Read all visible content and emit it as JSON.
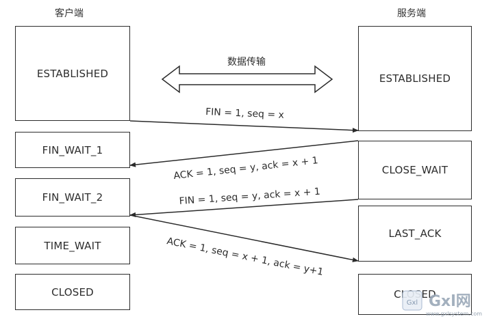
{
  "client": {
    "title": "客户端",
    "states": [
      "ESTABLISHED",
      "FIN_WAIT_1",
      "FIN_WAIT_2",
      "TIME_WAIT",
      "CLOSED"
    ]
  },
  "server": {
    "title": "服务端",
    "states": [
      "ESTABLISHED",
      "CLOSE_WAIT",
      "LAST_ACK",
      "CLOSED"
    ]
  },
  "data_transfer_label": "数据传输",
  "messages": [
    {
      "label": "FIN = 1, seq = x",
      "direction": "client-to-server"
    },
    {
      "label": "ACK = 1, seq = y, ack = x + 1",
      "direction": "server-to-client"
    },
    {
      "label": "FIN = 1, seq = y, ack = x + 1",
      "direction": "server-to-client"
    },
    {
      "label": "ACK = 1, seq = x + 1, ack = y+1",
      "direction": "client-to-server"
    }
  ],
  "watermark": {
    "logo": "Gxl",
    "brand": "Gxl网",
    "url": "www.gxlsystem.com"
  }
}
